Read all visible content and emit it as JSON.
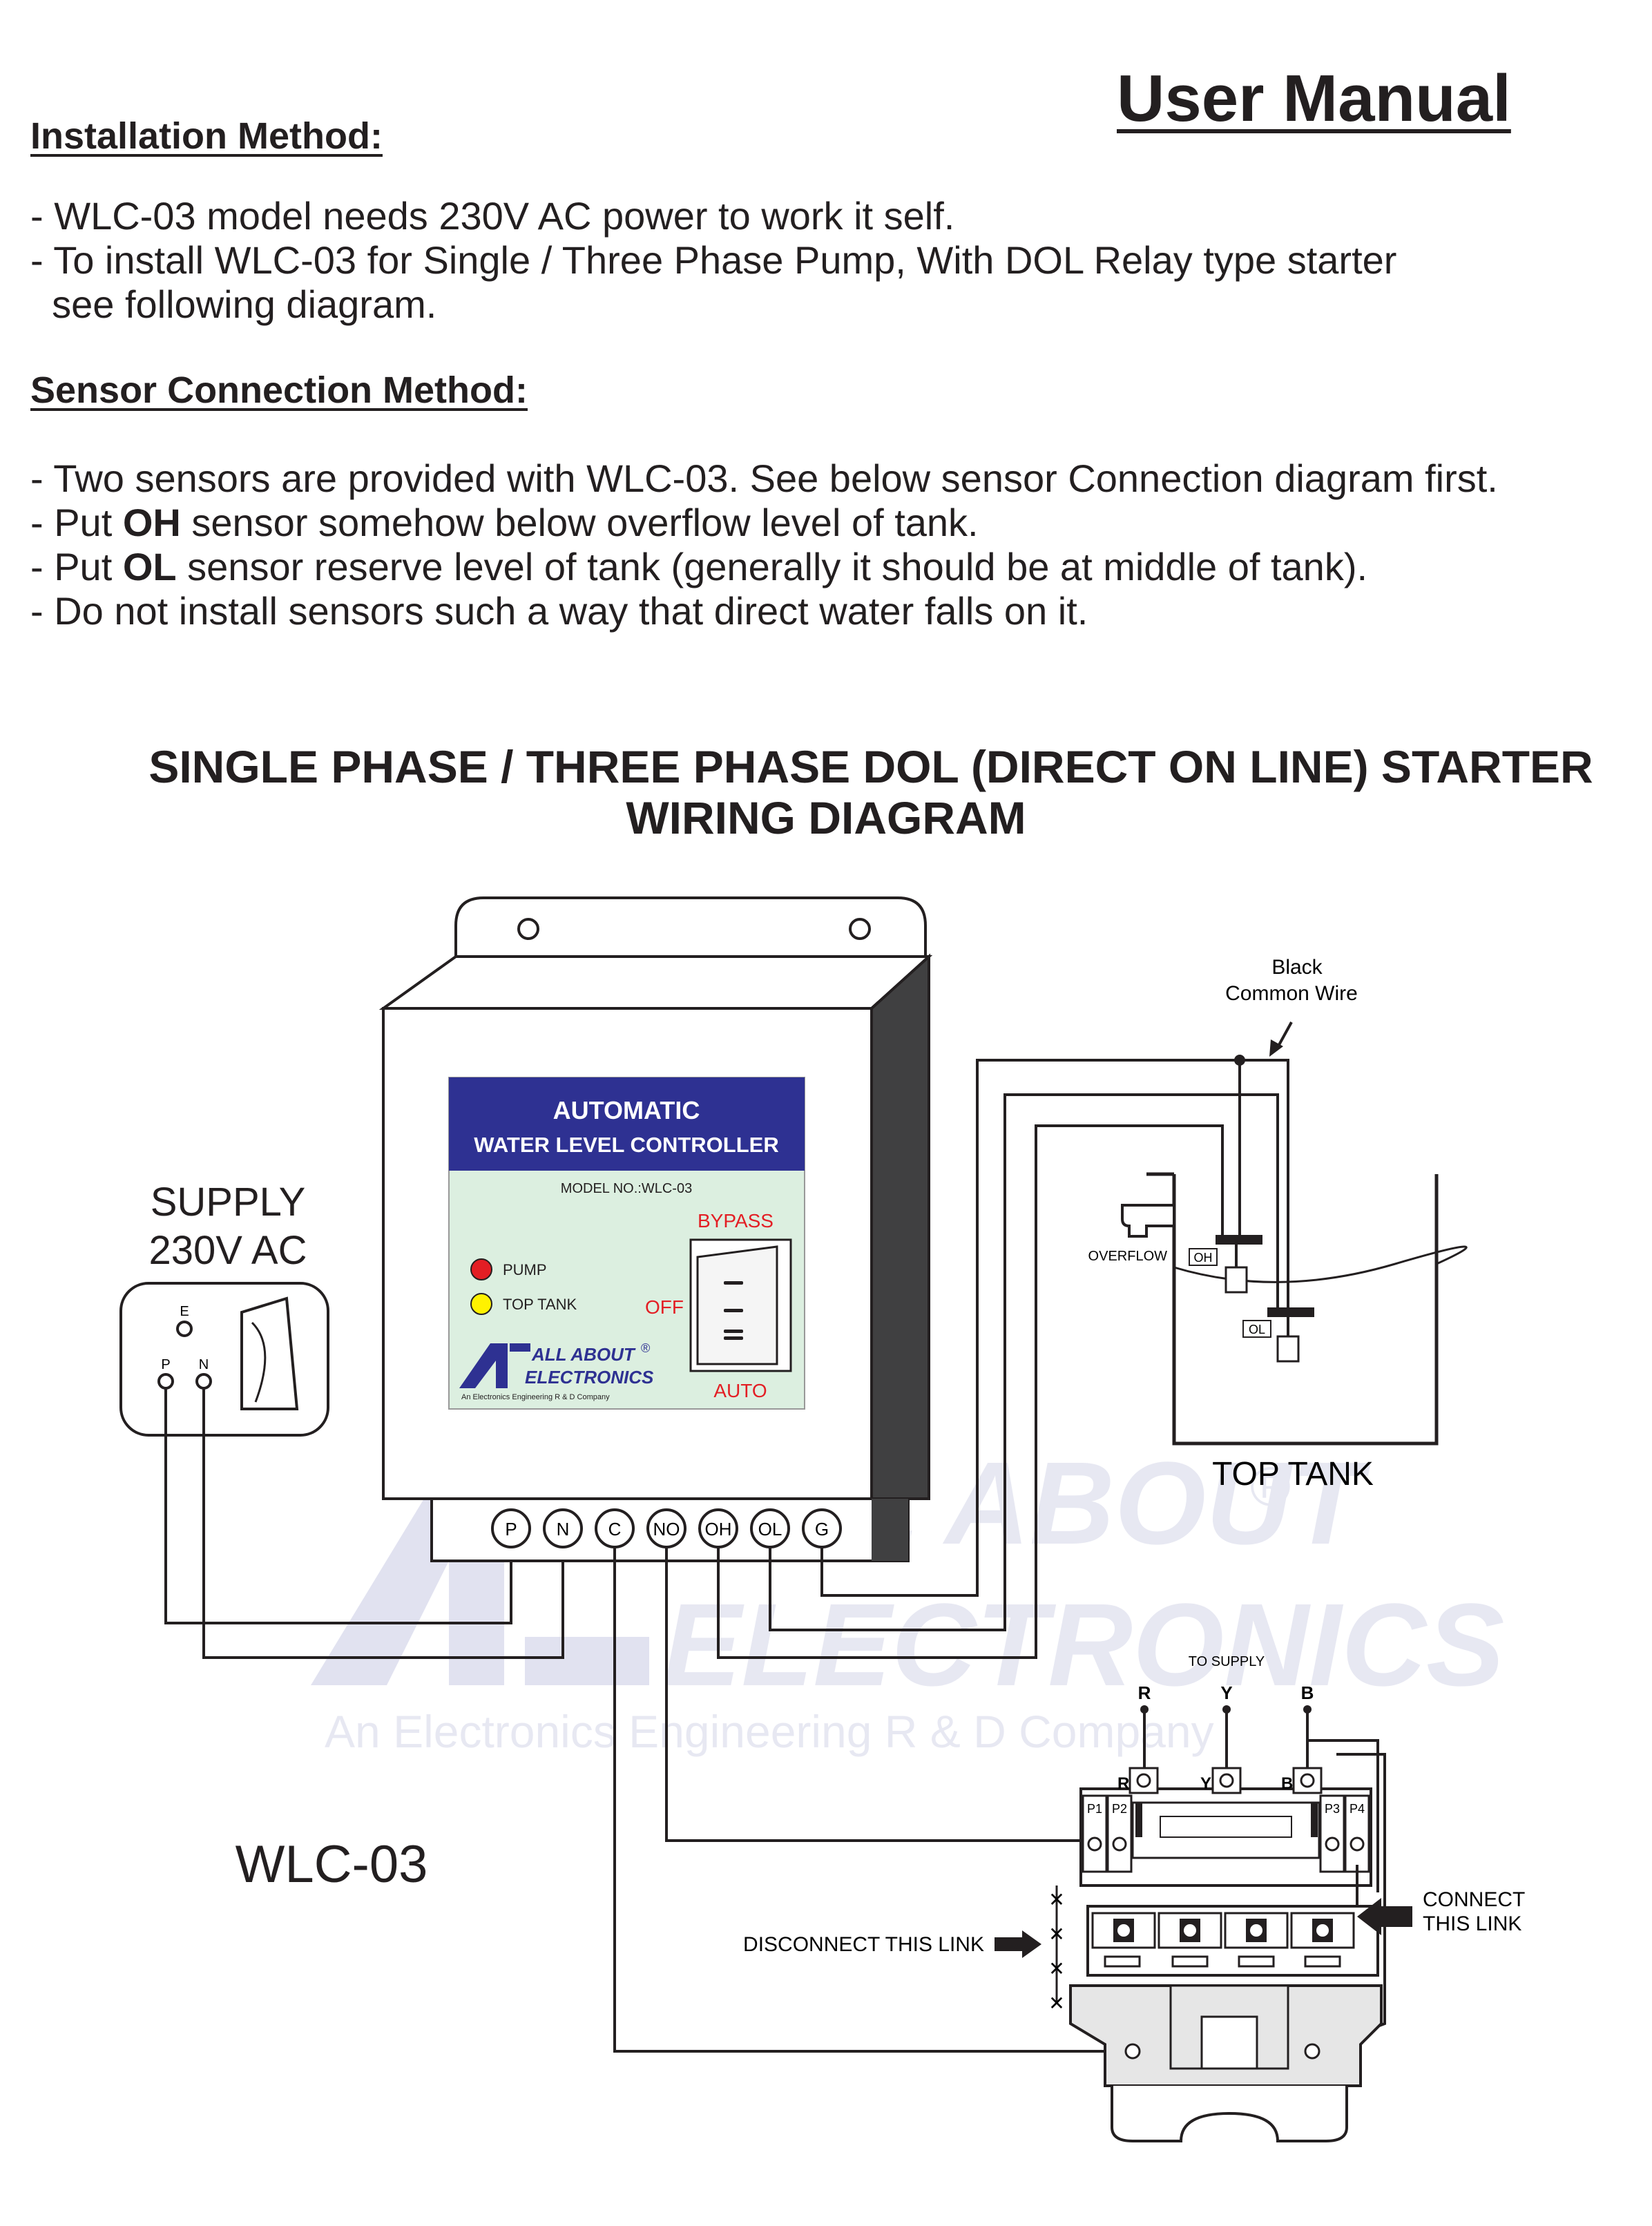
{
  "page": {
    "title": "User Manual"
  },
  "installation": {
    "heading": "Installation Method:",
    "lines": [
      "- WLC-03 model needs 230V AC power to work it self.",
      "- To install WLC-03 for Single / Three Phase Pump, With DOL Relay type starter",
      "  see following diagram."
    ]
  },
  "sensor": {
    "heading": "Sensor Connection Method:",
    "lines": [
      {
        "prefix": "- Two sensors are provided with WLC-03. See below sensor Connection diagram first.",
        "bold": "",
        "suffix": ""
      },
      {
        "prefix": "- Put ",
        "bold": "OH",
        "suffix": " sensor somehow below overflow level of tank."
      },
      {
        "prefix": "- Put ",
        "bold": "OL",
        "suffix": " sensor reserve level of tank (generally it should be at middle of tank)."
      },
      {
        "prefix": "- Do not install sensors such a way that direct water falls on it.",
        "bold": "",
        "suffix": ""
      }
    ]
  },
  "diagram": {
    "title_line1": "SINGLE PHASE / THREE PHASE DOL (DIRECT ON LINE) STARTER",
    "title_line2": "WIRING DIAGRAM",
    "supply_label_1": "SUPPLY",
    "supply_label_2": "230V AC",
    "socket_labels": {
      "e": "E",
      "p": "P",
      "n": "N"
    },
    "panel": {
      "line1": "AUTOMATIC",
      "line2": "WATER LEVEL CONTROLLER",
      "model": "MODEL NO.:WLC-03",
      "bypass": "BYPASS",
      "off": "OFF",
      "auto": "AUTO",
      "pump": "PUMP",
      "top_tank": "TOP TANK",
      "logo_line1": "ALL ABOUT",
      "logo_line2": "ELECTRONICS",
      "logo_registered": "®",
      "logo_tagline": "An Electronics Engineering R & D Company"
    },
    "terminals": [
      "P",
      "N",
      "C",
      "NO",
      "OH",
      "OL",
      "G"
    ],
    "tank": {
      "wire_label_1": "Black",
      "wire_label_2": "Common Wire",
      "overflow": "OVERFLOW",
      "oh": "OH",
      "ol": "OL",
      "name": "TOP TANK"
    },
    "watermark": {
      "line1": "ALL ABOUT",
      "line2": "ELECTRONICS",
      "registered": "®",
      "tagline": "An Electronics Engineering R & D Company"
    },
    "starter": {
      "to_supply": "TO SUPPLY",
      "phases": [
        "R",
        "Y",
        "B"
      ],
      "pins": [
        "P1",
        "P2",
        "P3",
        "P4"
      ],
      "disconnect": "DISCONNECT THIS LINK",
      "connect_1": "CONNECT",
      "connect_2": "THIS LINK"
    },
    "model_label": "WLC-03"
  },
  "colors": {
    "panel_header": "#2e3192",
    "panel_body": "#dcefe0",
    "red_text": "#e31e24",
    "pump_led": "#e31e24",
    "tank_led": "#fff200",
    "watermark": "#c9cbe4",
    "body_gray": "#404041"
  }
}
